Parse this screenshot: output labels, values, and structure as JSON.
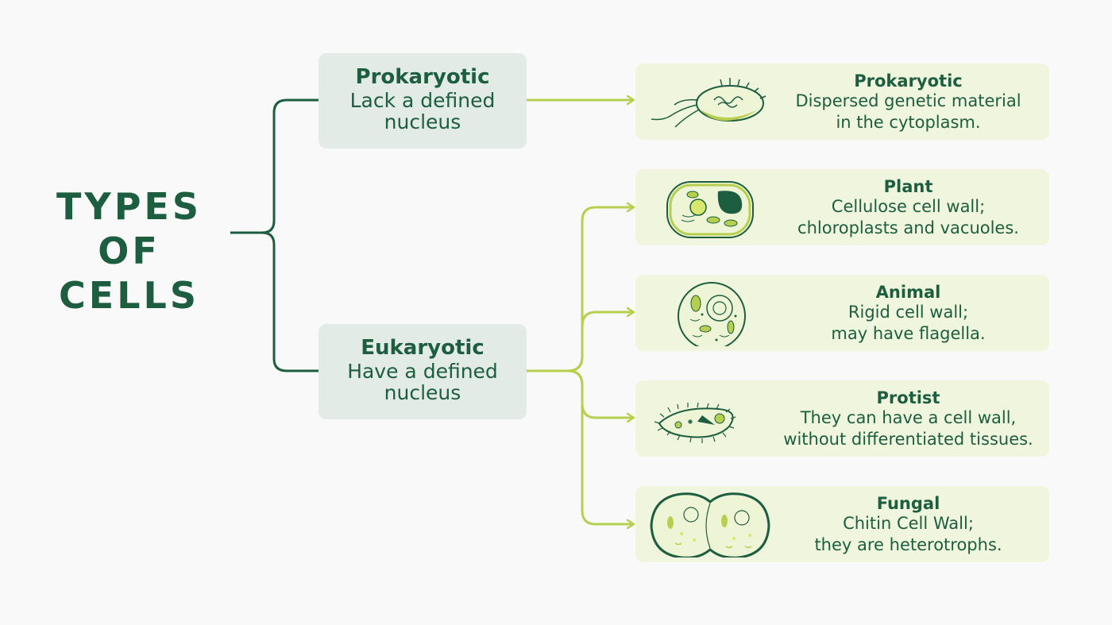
{
  "title": {
    "line1": "Types",
    "line2": "of cells"
  },
  "colors": {
    "dark_green": "#1c5e3f",
    "light_green": "#b7cf4f",
    "category_bg": "#e2ebe5",
    "card_bg": "#f0f5dd",
    "background": "#f9f9f9"
  },
  "categories": [
    {
      "name": "Prokaryotic",
      "desc_line1": "Lack a defined",
      "desc_line2": "nucleus"
    },
    {
      "name": "Eukaryotic",
      "desc_line1": "Have a defined",
      "desc_line2": "nucleus"
    }
  ],
  "cells": [
    {
      "name": "Prokaryotic",
      "desc_line1": "Dispersed genetic material",
      "desc_line2": "in the cytoplasm.",
      "icon": "bacterium-icon"
    },
    {
      "name": "Plant",
      "desc_line1": "Cellulose cell wall;",
      "desc_line2": "chloroplasts and vacuoles.",
      "icon": "plant-cell-icon"
    },
    {
      "name": "Animal",
      "desc_line1": "Rigid cell wall;",
      "desc_line2": "may have flagella.",
      "icon": "animal-cell-icon"
    },
    {
      "name": "Protist",
      "desc_line1": "They can have a cell wall,",
      "desc_line2": "without differentiated tissues.",
      "icon": "protist-icon"
    },
    {
      "name": "Fungal",
      "desc_line1": "Chitin Cell Wall;",
      "desc_line2": "they are heterotrophs.",
      "icon": "fungal-cell-icon"
    }
  ]
}
